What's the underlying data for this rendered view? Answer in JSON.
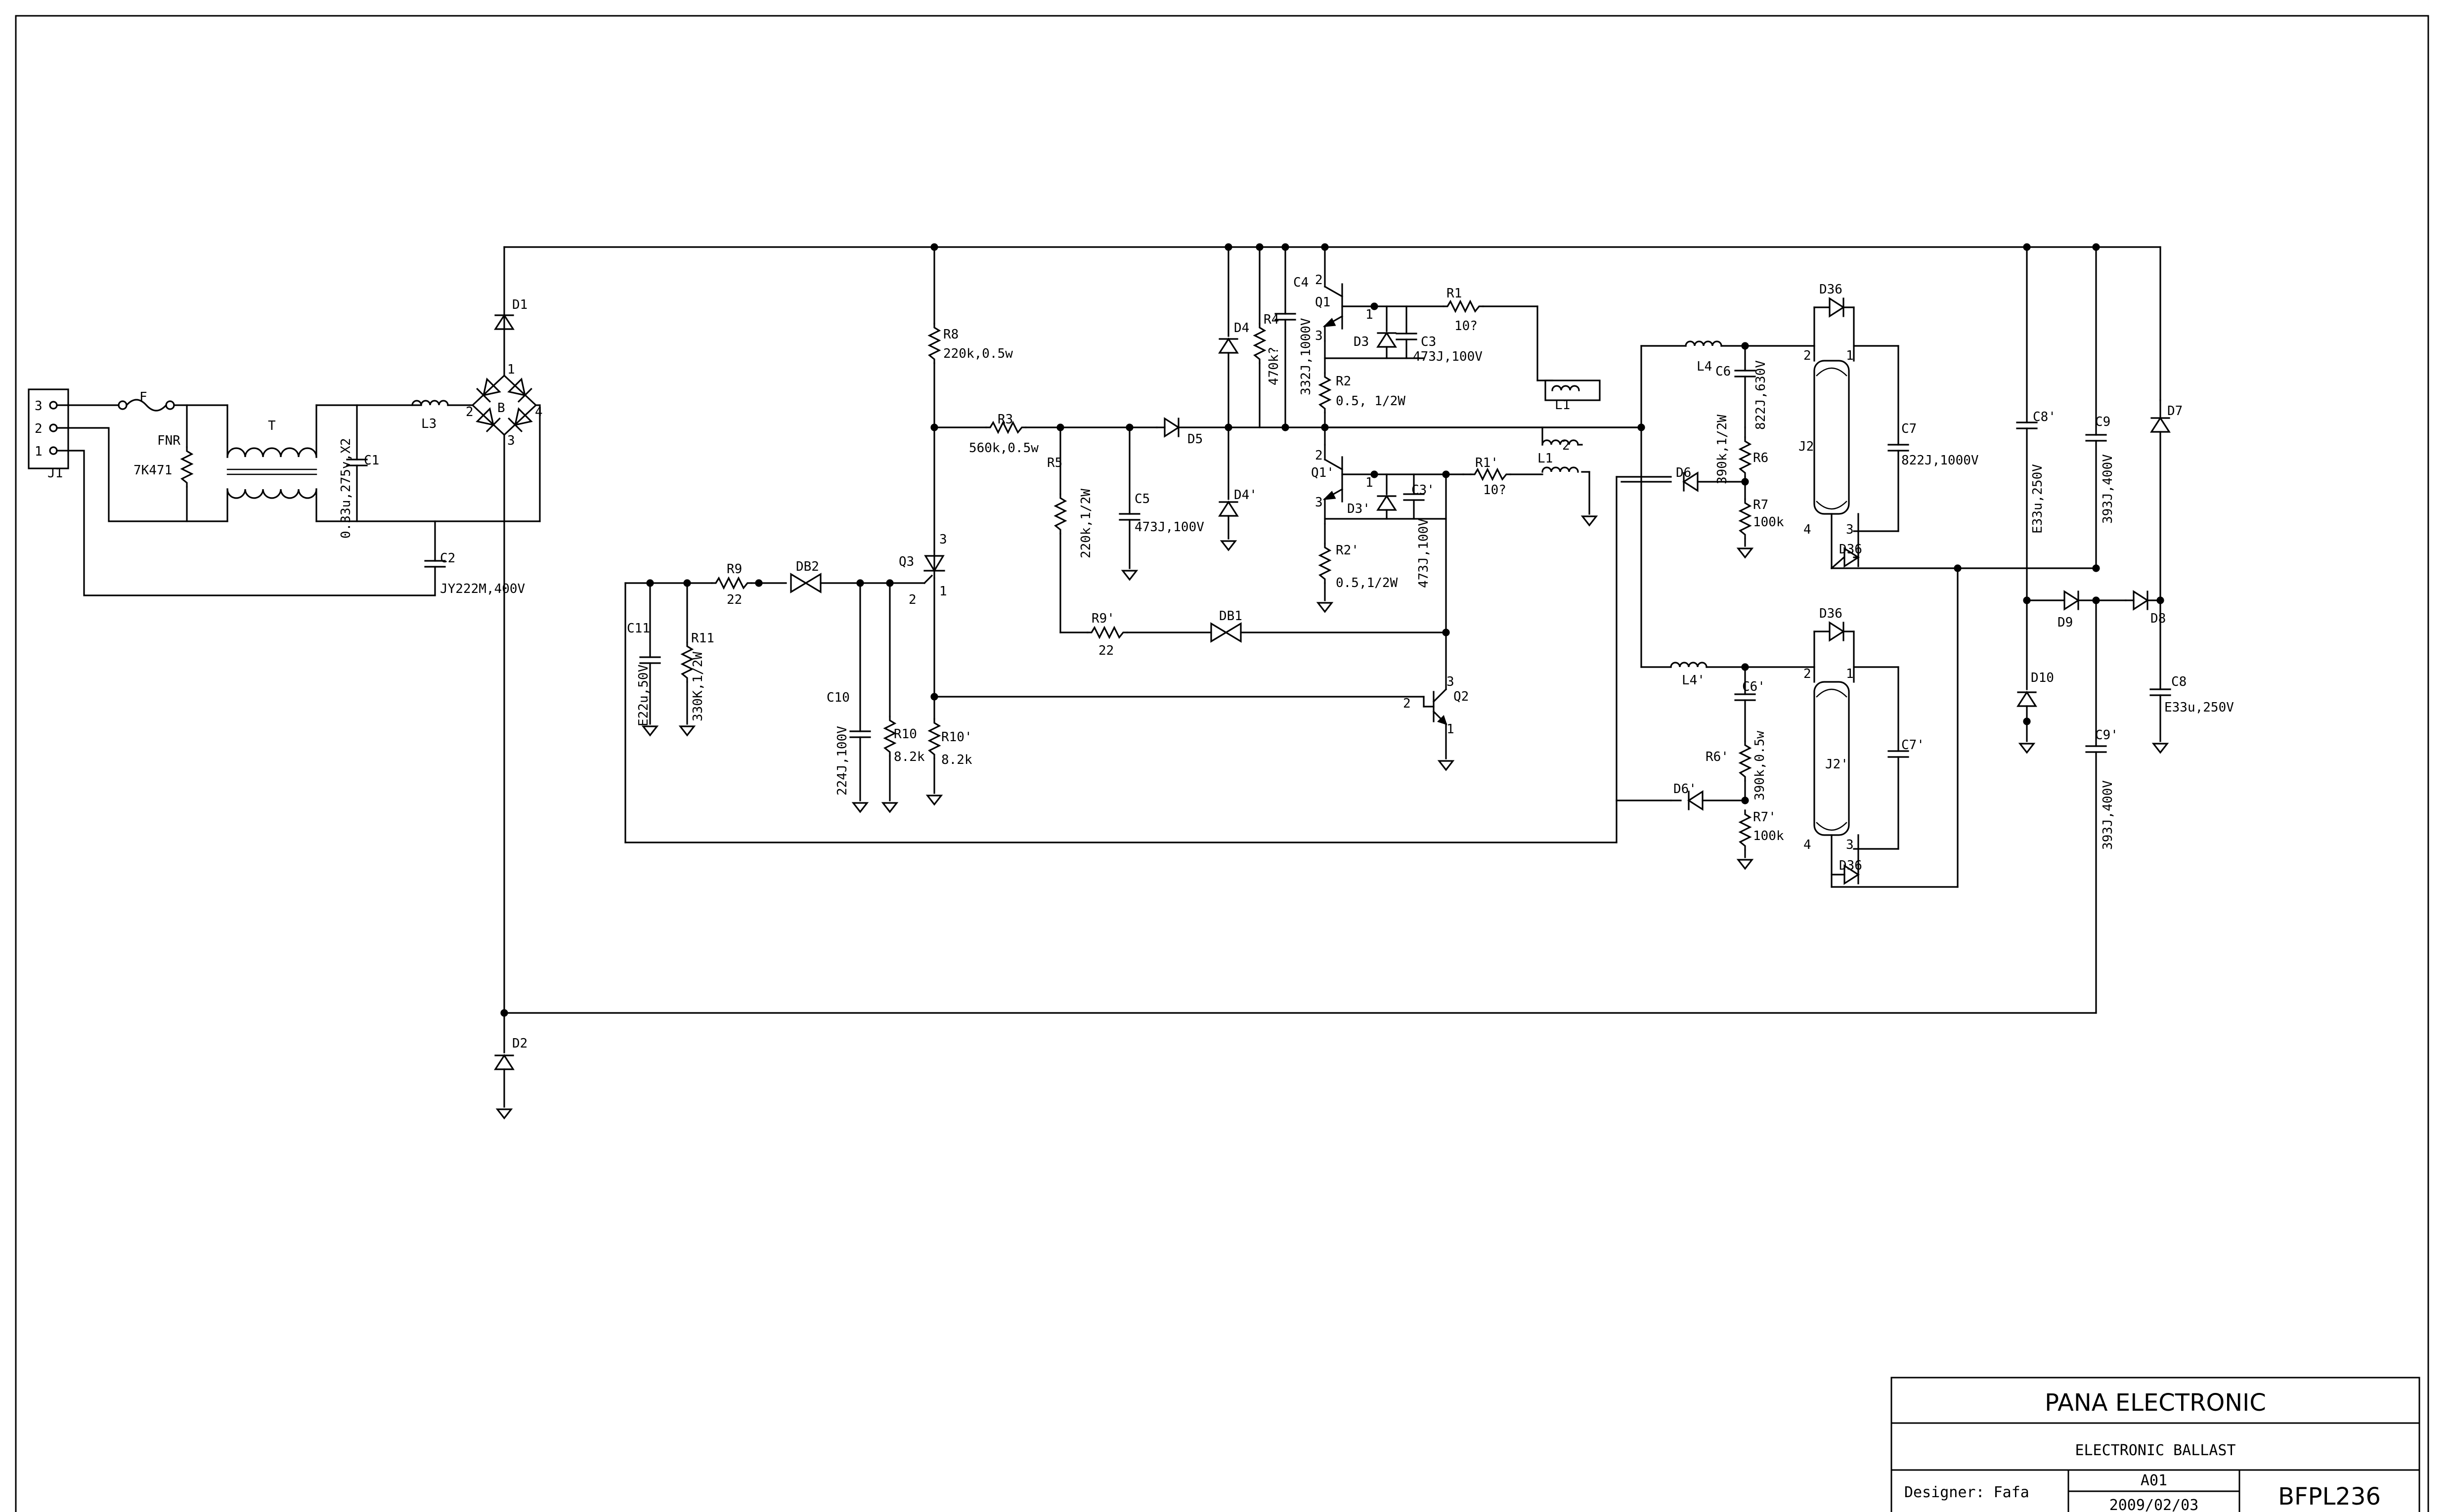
{
  "title_block": {
    "company": "PANA ELECTRONIC",
    "title": "ELECTRONIC BALLAST",
    "designer": "Designer: Fafa",
    "revision": "A01",
    "date": "2009/02/03",
    "part_number": "BFPL236"
  },
  "components": {
    "J1": "J1",
    "J1_pin3": "3",
    "J1_pin2": "2",
    "J1_pin1": "1",
    "F": "F",
    "FNR": "FNR",
    "FNR_val": "7K471",
    "T": "T",
    "T_val": "0.33u,275v,X2",
    "C1": "C1",
    "L3": "L3",
    "C2": "C2",
    "C2_val": "JY222M,400V",
    "B": "B",
    "B_pin1": "1",
    "B_pin2": "2",
    "B_pin3": "3",
    "B_pin4": "4",
    "D1": "D1",
    "D2": "D2",
    "R8": "R8",
    "R8_val": "220k,0.5w",
    "R3": "R3",
    "R3_val": "560k,0.5w",
    "Q3": "Q3",
    "Q3_pin3": "3",
    "Q3_pin2": "2",
    "Q3_pin1": "1",
    "R9": "R9",
    "R9_val": "22",
    "DB2": "DB2",
    "C11": "C11",
    "C11_val": "E22u,50V",
    "R11": "R11",
    "R11_val": "330K,1/2W",
    "C10": "C10",
    "C10_val": "224J,100V",
    "R10": "R10",
    "R10_val": "8.2k",
    "R10p": "R10'",
    "R10p_val": "8.2k",
    "R5": "R5",
    "R5_val": "220k,1/2W",
    "C5": "C5",
    "C5_val": "473J,100V",
    "D5": "D5",
    "R9p": "R9'",
    "R9p_val": "22",
    "DB1": "DB1",
    "D4": "D4",
    "D4p": "D4'",
    "R4": "R4",
    "R4_val": "470k?",
    "C4": "C4",
    "C4_val": "332J,1000V",
    "Q1": "Q1",
    "Q1_pins": [
      "2",
      "1",
      "3"
    ],
    "D3": "D3",
    "C3": "C3",
    "C3_val": "473J,100V",
    "R1": "R1",
    "R1_val": "10?",
    "R2": "R2",
    "R2_val": "0.5, 1/2W",
    "L1": "L1",
    "Q1p": "Q1'",
    "Q1p_pins": [
      "2",
      "1",
      "3"
    ],
    "D3p": "D3'",
    "C3p": "C3'",
    "C3p_val": "473J,100V",
    "R1p": "R1'",
    "R1p_val": "10?",
    "L1p": "L1",
    "L1p_pin": "2",
    "R2p": "R2'",
    "R2p_val": "0.5,1/2W",
    "Q2": "Q2",
    "Q2_pins": [
      "3",
      "2",
      "1"
    ],
    "L4": "L4",
    "C6": "C6",
    "C6_val": "822J,630V",
    "R6": "R6",
    "R6_val": "390k,1/2W",
    "R7": "R7",
    "R7_val": "100k",
    "D6": "D6",
    "J2": "J2",
    "J2_pins": [
      "2",
      "1",
      "4",
      "3"
    ],
    "D36": "D36",
    "C7": "C7",
    "C7_val": "822J,1000V",
    "L4p": "L4'",
    "C6p": "C6'",
    "R6p": "R6'",
    "R6p_val": "390k,0.5w",
    "R7p": "R7'",
    "R7p_val": "100k",
    "D6p": "D6'",
    "J2p": "J2'",
    "C7p": "C7'",
    "C8p": "C8'",
    "C8p_val": "E33u,250V",
    "C9": "C9",
    "C9_val": "393J,400V",
    "C9p": "C9'",
    "C9p_val": "393J,400V",
    "D7": "D7",
    "D8": "D8",
    "D9": "D9",
    "D10": "D10",
    "C8": "C8",
    "C8_val": "E33u,250V"
  }
}
